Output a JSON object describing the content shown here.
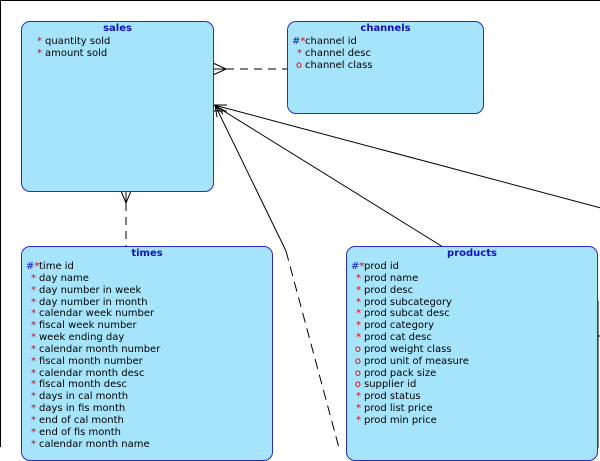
{
  "entities": {
    "sales": {
      "title": "sales",
      "attributes": [
        {
          "pk": "",
          "flag": "*",
          "name": "quantity sold"
        },
        {
          "pk": "",
          "flag": "*",
          "name": "amount sold"
        }
      ]
    },
    "channels": {
      "title": "channels",
      "attributes": [
        {
          "pk": "#",
          "flag": "*",
          "name": "channel id"
        },
        {
          "pk": "",
          "flag": "*",
          "name": "channel desc"
        },
        {
          "pk": "",
          "flag": "o",
          "name": "channel class"
        }
      ]
    },
    "times": {
      "title": "times",
      "attributes": [
        {
          "pk": "#",
          "flag": "*",
          "name": "time id"
        },
        {
          "pk": "",
          "flag": "*",
          "name": "day name"
        },
        {
          "pk": "",
          "flag": "*",
          "name": "day number in week"
        },
        {
          "pk": "",
          "flag": "*",
          "name": "day number in month"
        },
        {
          "pk": "",
          "flag": "*",
          "name": "calendar week number"
        },
        {
          "pk": "",
          "flag": "*",
          "name": "fiscal week number"
        },
        {
          "pk": "",
          "flag": "*",
          "name": "week ending day"
        },
        {
          "pk": "",
          "flag": "*",
          "name": "calendar month number"
        },
        {
          "pk": "",
          "flag": "*",
          "name": "fiscal month number"
        },
        {
          "pk": "",
          "flag": "*",
          "name": "calendar month desc"
        },
        {
          "pk": "",
          "flag": "*",
          "name": "fiscal month desc"
        },
        {
          "pk": "",
          "flag": "*",
          "name": "days in cal month"
        },
        {
          "pk": "",
          "flag": "*",
          "name": "days in fis month"
        },
        {
          "pk": "",
          "flag": "*",
          "name": "end of cal month"
        },
        {
          "pk": "",
          "flag": "*",
          "name": "end of fis month"
        },
        {
          "pk": "",
          "flag": "*",
          "name": "calendar month name"
        }
      ]
    },
    "products": {
      "title": "products",
      "attributes": [
        {
          "pk": "#",
          "flag": "*",
          "name": "prod id"
        },
        {
          "pk": "",
          "flag": "*",
          "name": "prod name"
        },
        {
          "pk": "",
          "flag": "*",
          "name": "prod desc"
        },
        {
          "pk": "",
          "flag": "*",
          "name": "prod subcategory"
        },
        {
          "pk": "",
          "flag": "*",
          "name": "prod subcat desc"
        },
        {
          "pk": "",
          "flag": "*",
          "name": "prod category"
        },
        {
          "pk": "",
          "flag": "*",
          "name": "prod cat desc"
        },
        {
          "pk": "",
          "flag": "o",
          "name": "prod weight class"
        },
        {
          "pk": "",
          "flag": "o",
          "name": "prod unit of measure"
        },
        {
          "pk": "",
          "flag": "o",
          "name": "prod pack size"
        },
        {
          "pk": "",
          "flag": "o",
          "name": "supplier id"
        },
        {
          "pk": "",
          "flag": "*",
          "name": "prod status"
        },
        {
          "pk": "",
          "flag": "*",
          "name": "prod list price"
        },
        {
          "pk": "",
          "flag": "*",
          "name": "prod min price"
        }
      ]
    }
  },
  "colors": {
    "entity_fill": "#a6e4fb",
    "entity_border": "#2a2ad0",
    "title_text": "#1010c8",
    "required_marker": "#e00000",
    "pk_marker": "#1010c8"
  }
}
